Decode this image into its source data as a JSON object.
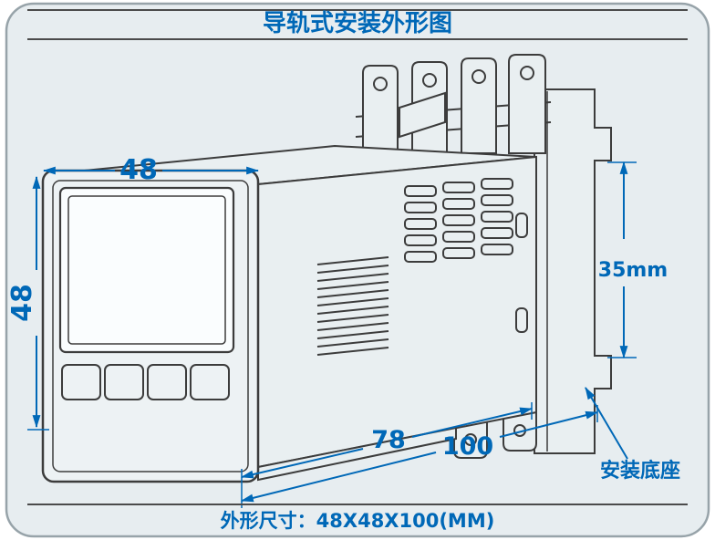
{
  "title": "导轨式安装外形图",
  "caption": "外形尺寸：48X48X100(MM)",
  "dimensions": {
    "front_width": "48",
    "front_height": "48",
    "rail_height": "35mm",
    "body_depth": "78",
    "total_depth": "100"
  },
  "labels": {
    "mounting_base": "安装底座"
  },
  "colors": {
    "dimension_blue": "#0068b7",
    "line_dark": "#3c3c3c",
    "frame_background": "#e7edf0",
    "frame_border": "#97a3a9"
  }
}
